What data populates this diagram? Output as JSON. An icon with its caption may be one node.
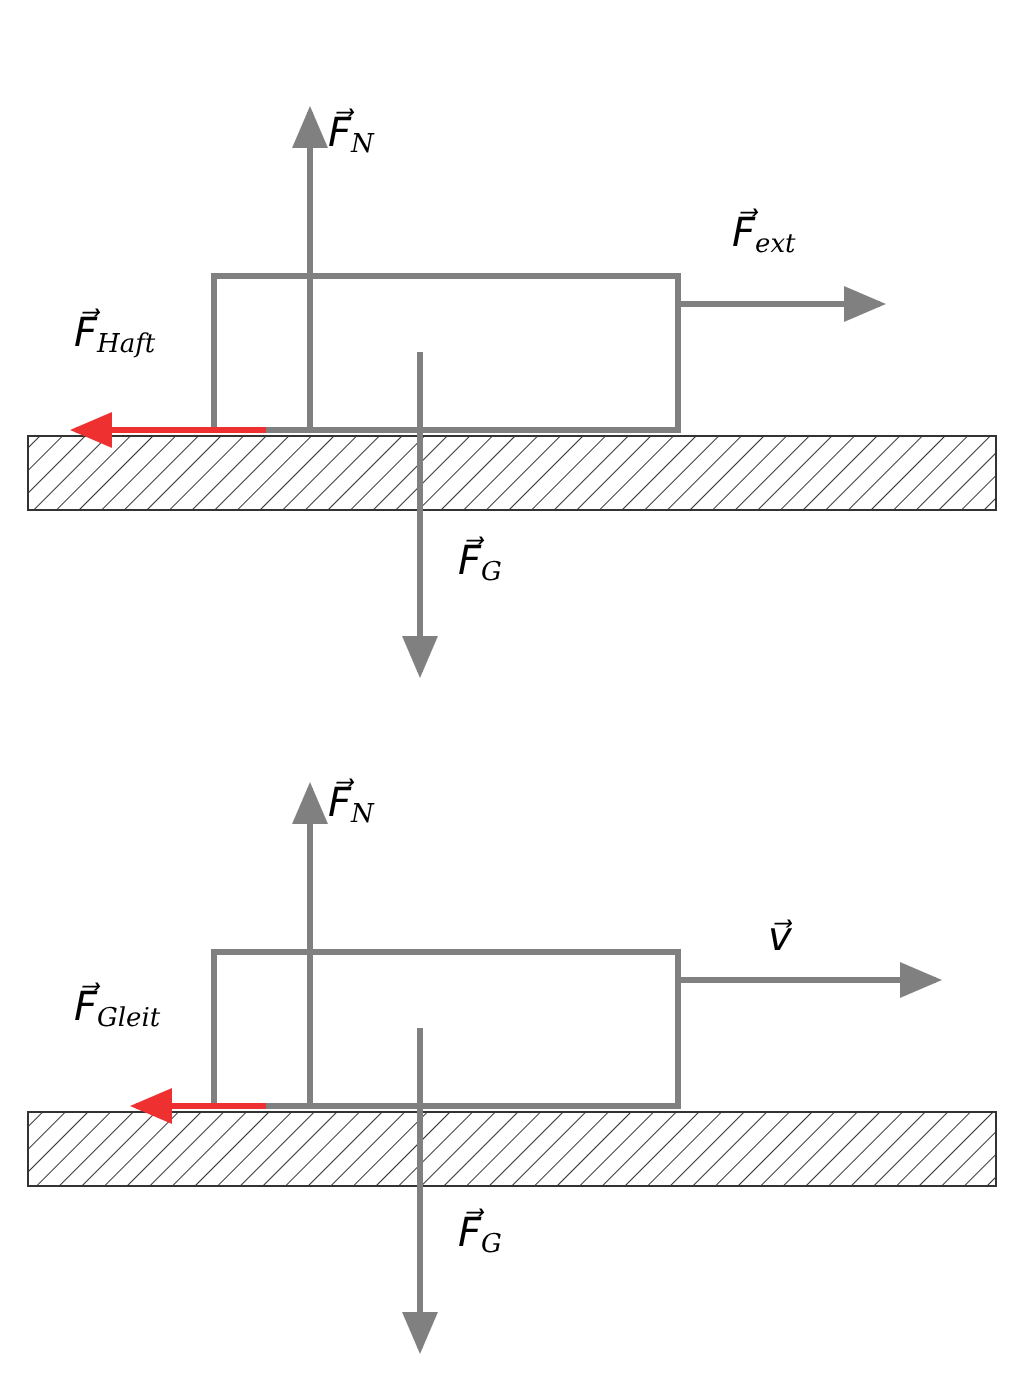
{
  "diagram": {
    "nodes": [
      {
        "text": [],
        "shape": "box"
      },
      {
        "text": [],
        "shape": "box"
      }
    ],
    "labels": [
      "F⃗$_{N}$",
      "F⃗$_{ext}$",
      "F⃗$_{Haft}$",
      "F⃗$_{G}$",
      "F⃗$_{N}$",
      "v⃗",
      "F⃗$_{Gleit}$",
      "F⃗$_{G}$"
    ]
  }
}
